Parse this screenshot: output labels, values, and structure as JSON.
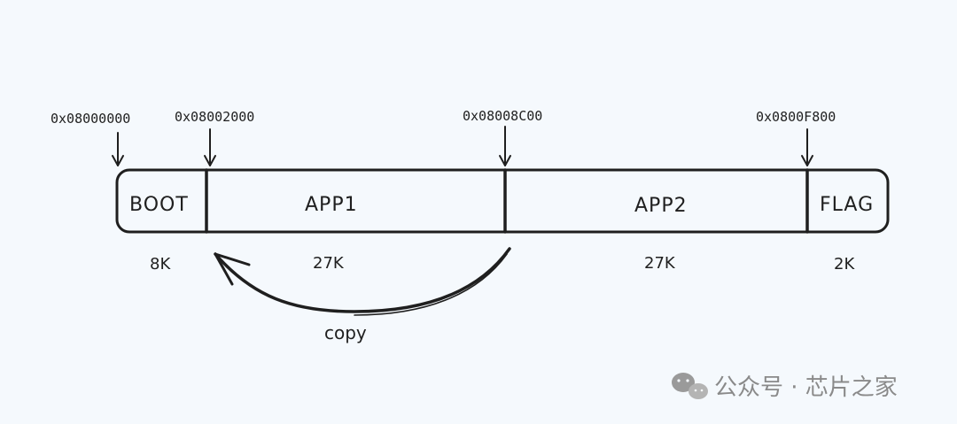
{
  "addresses": {
    "boot_start": "0x08000000",
    "app1_start": "0x08002000",
    "app2_start": "0x08008C00",
    "flag_start": "0x0800F800"
  },
  "segments": {
    "boot": {
      "label": "BOOT",
      "size": "8K"
    },
    "app1": {
      "label": "APP1",
      "size": "27K"
    },
    "app2": {
      "label": "APP2",
      "size": "27K"
    },
    "flag": {
      "label": "FLAG",
      "size": "2K"
    }
  },
  "copy_label": "copy",
  "watermark": "公众号 · 芯片之家",
  "icons": {
    "watermark": "wechat-icon"
  },
  "colors": {
    "background": "#f5f9fd",
    "ink": "#1f1f1f",
    "watermark": "#8a8a8a"
  }
}
